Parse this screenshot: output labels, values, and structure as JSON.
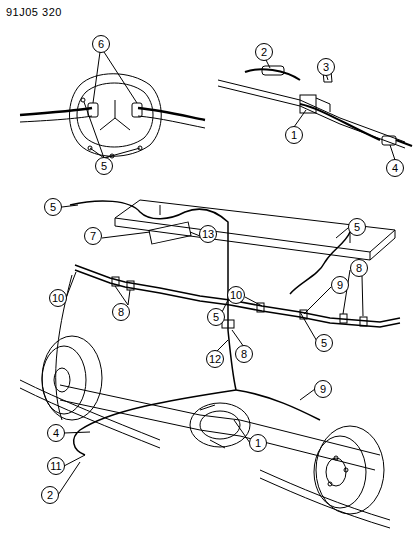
{
  "diagram": {
    "labels": [
      "91J05 320",
      "6",
      "5",
      "2",
      "3",
      "1",
      "4",
      "5",
      "5",
      "7",
      "13",
      "10",
      "8",
      "5",
      "10",
      "9",
      "8",
      "5",
      "8",
      "12",
      "9",
      "4",
      "1",
      "11",
      "2"
    ]
  }
}
